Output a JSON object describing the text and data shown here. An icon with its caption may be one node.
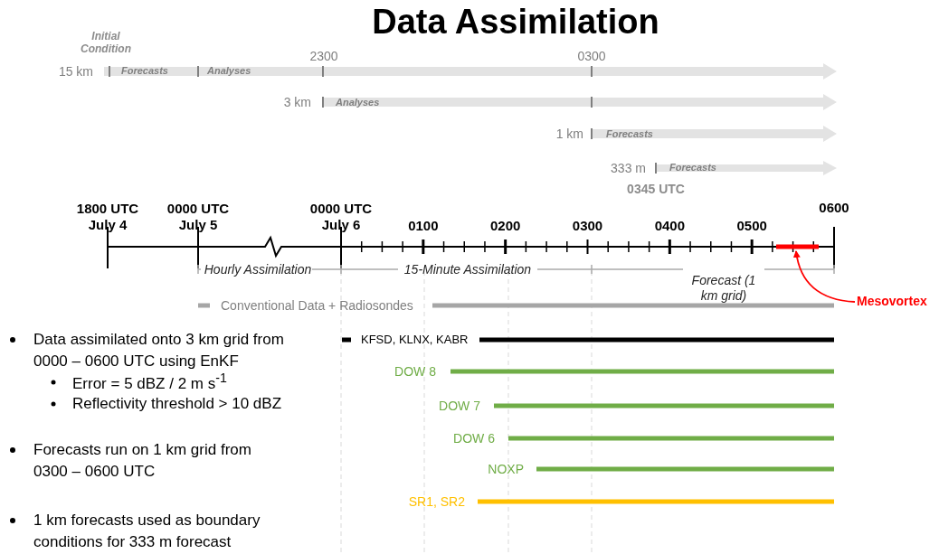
{
  "diagram": {
    "title": "Data Assimilation",
    "nodes": [
      {
        "text": [
          "Mesovortex"
        ]
      },
      {
        "text": [],
        "shape": "bar"
      }
    ],
    "edges": [
      {
        "from": 0,
        "to": 1,
        "arrow": "to",
        "color": "#ff0000"
      }
    ],
    "labels": [
      "Initial Condition",
      "2300",
      "0300",
      "15 km",
      "Forecasts",
      "Analyses",
      "3 km",
      "Analyses",
      "1 km",
      "Forecasts",
      "333 m",
      "Forecasts",
      "0345 UTC",
      "1800 UTC July 4",
      "0000 UTC July 5",
      "0000 UTC July 6",
      "0600",
      "0100",
      "0200",
      "0300",
      "0400",
      "0500",
      "Hourly Assimilation",
      "15-Minute Assimilation",
      "Forecast (1 km grid)",
      "Conventional Data + Radiosondes",
      "Data assimilated onto 3 km grid from 0000 – 0600 UTC using EnKF",
      "Error = 5 dBZ / 2 m s$^{-1}$",
      "Reflectivity threshold > 10 dBZ",
      "Forecasts run on 1 km grid from 0300 – 0600 UTC",
      "1 km forecasts used as boundary conditions for 333 m forecast",
      "KFSD, KLNX, KABR",
      "DOW 8",
      "DOW 7",
      "DOW 6",
      "NOXP",
      "SR1, SR2"
    ]
  }
}
